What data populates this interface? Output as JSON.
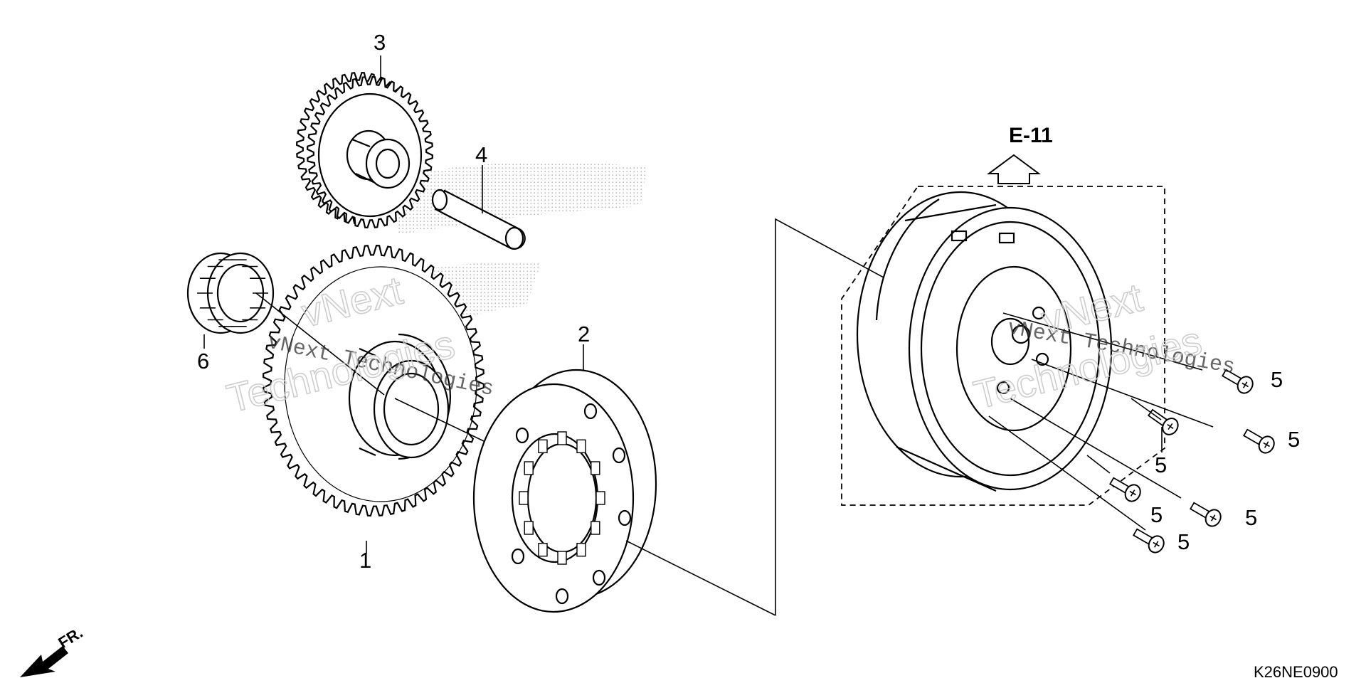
{
  "diagram": {
    "callouts": [
      {
        "id": "1",
        "label": "1"
      },
      {
        "id": "2",
        "label": "2"
      },
      {
        "id": "3",
        "label": "3"
      },
      {
        "id": "4",
        "label": "4"
      },
      {
        "id": "5",
        "label": "5"
      },
      {
        "id": "6",
        "label": "6"
      }
    ],
    "reference_label": "E-11",
    "front_indicator": "FR.",
    "drawing_code": "K26NE0900",
    "watermark": {
      "line1": "vNext Technologies",
      "word1": "vNext",
      "word2": "Technologies"
    }
  }
}
